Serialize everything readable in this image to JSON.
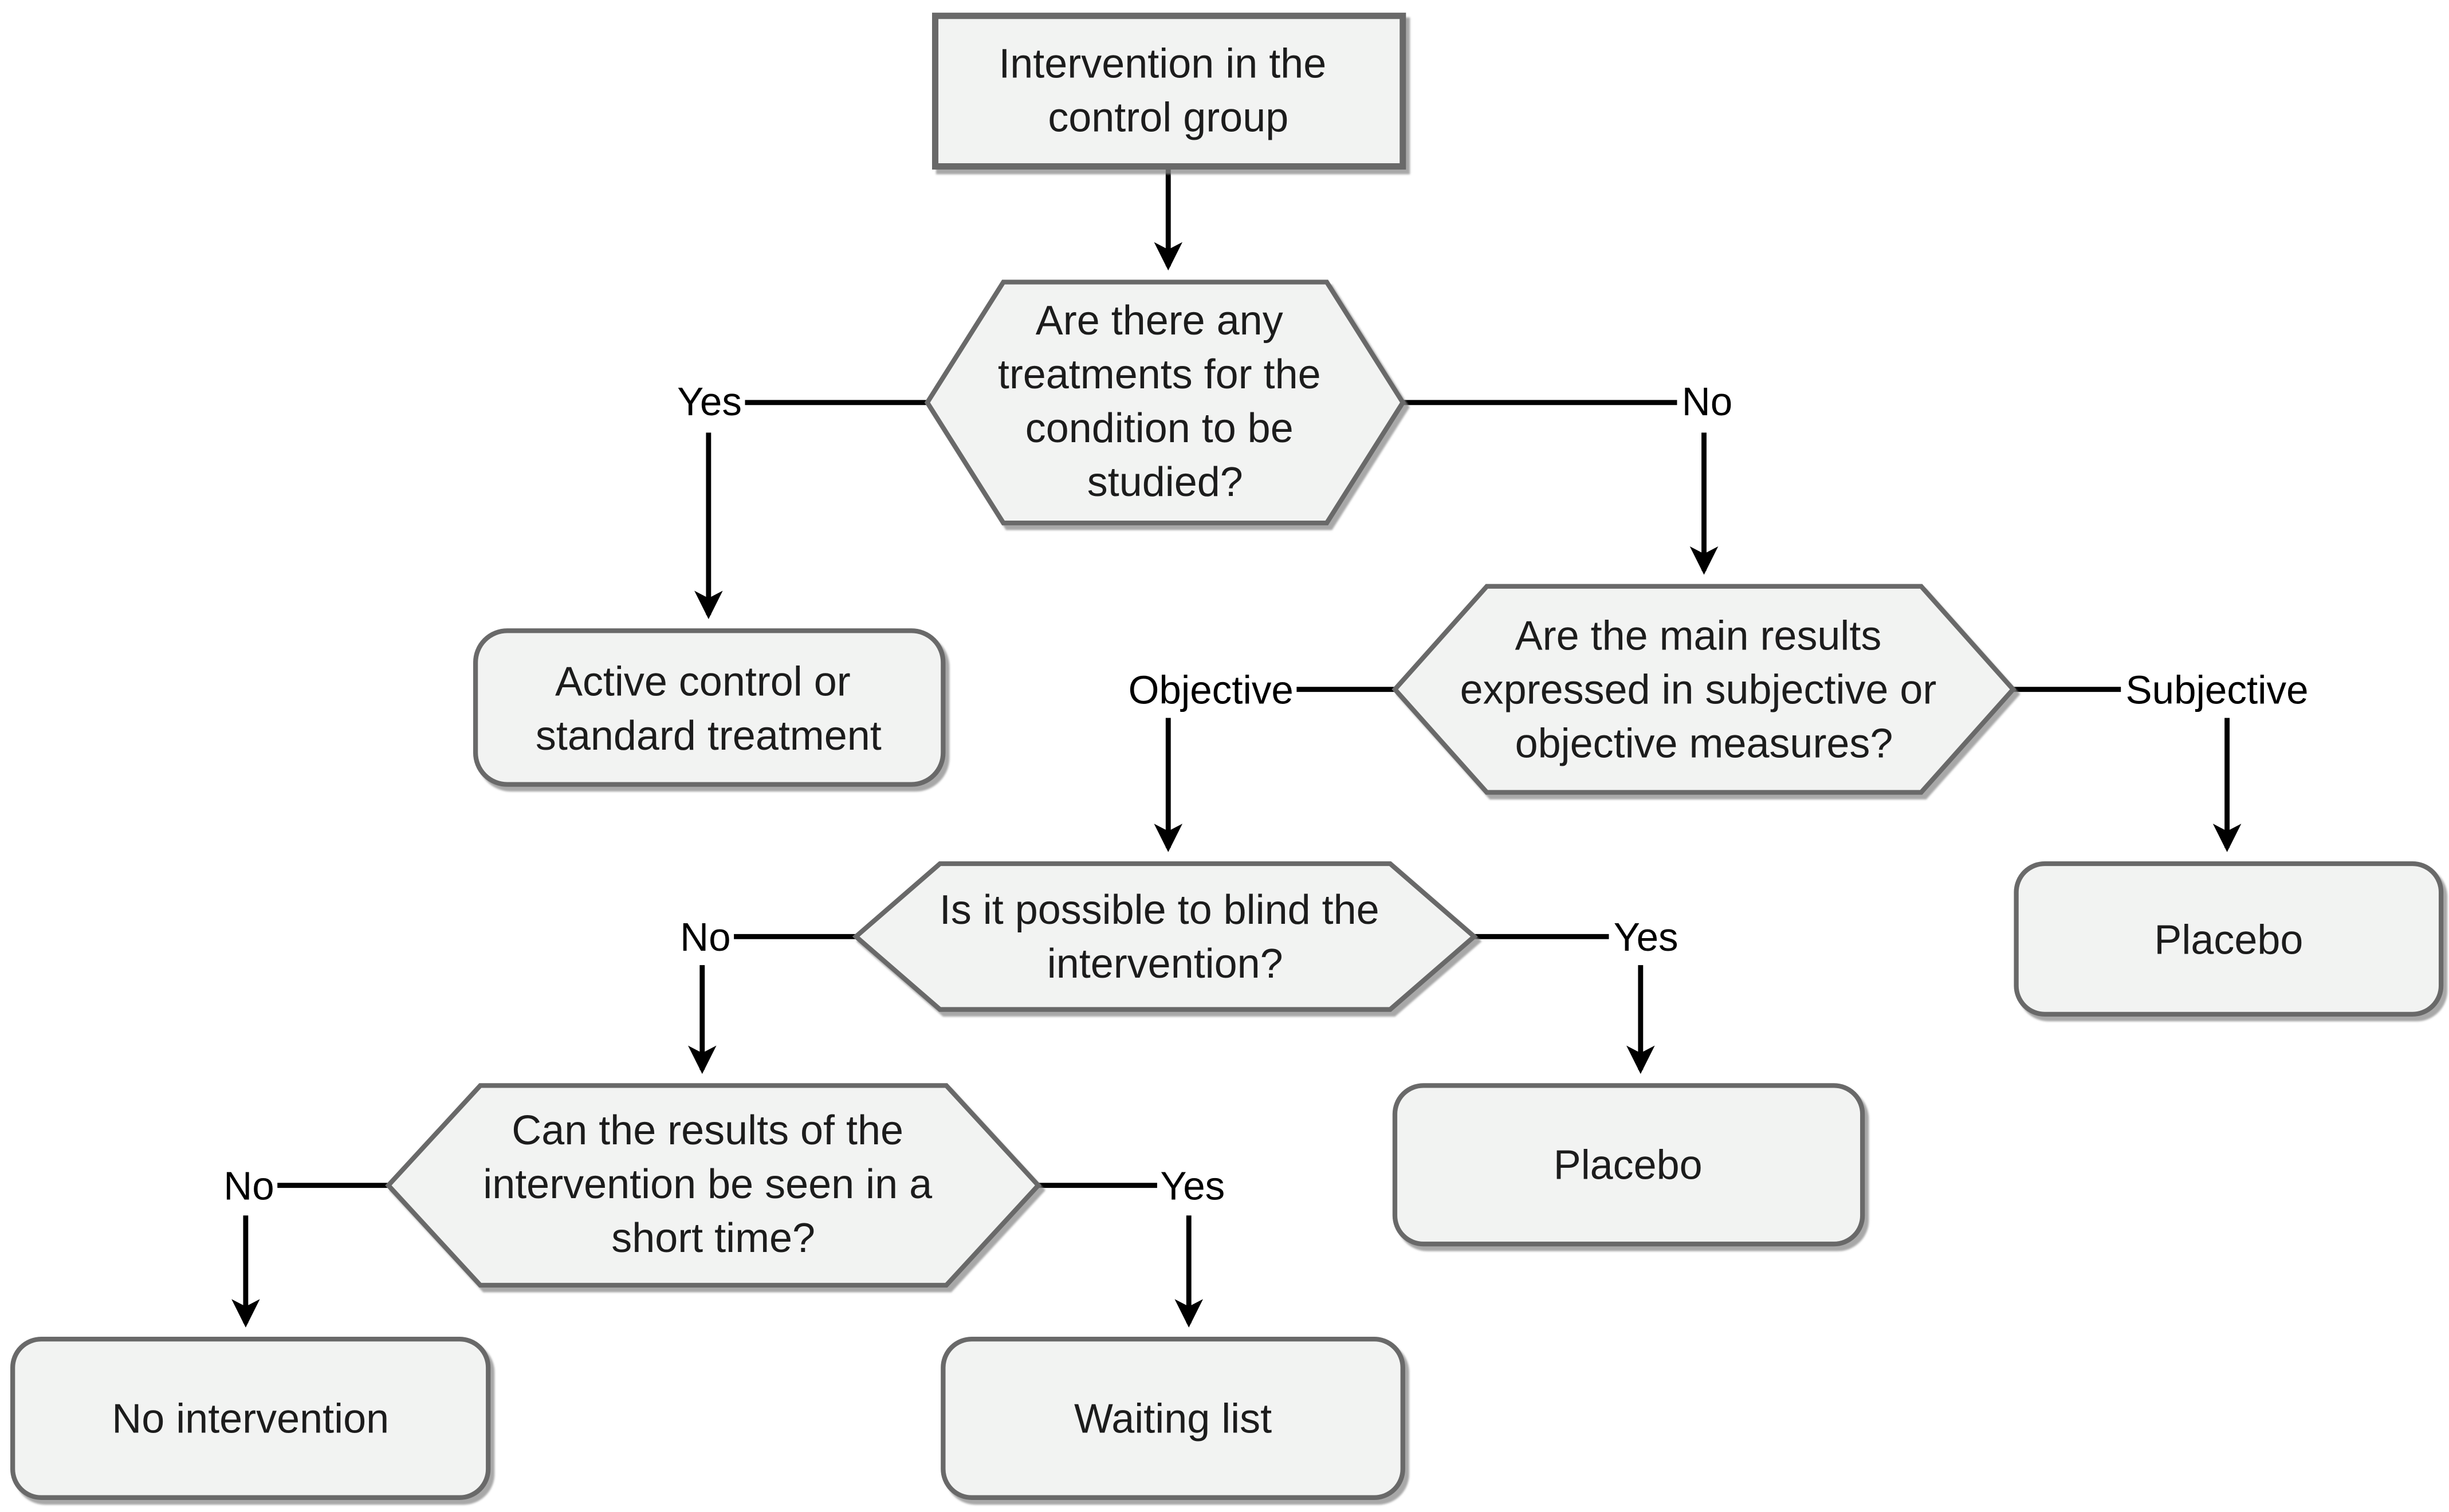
{
  "diagram": {
    "title": "Intervention in the control group flowchart",
    "theme": {
      "node_fill": "#f2f3f2",
      "node_stroke": "#696969",
      "edge_color": "#000000",
      "text_color": "#1c1c1c",
      "background": "#ffffff"
    },
    "nodes": {
      "start": {
        "shape": "rectangle",
        "lines": [
          "Intervention in the",
          "control group"
        ]
      },
      "q_treatments": {
        "shape": "hexagon",
        "lines": [
          "Are there any",
          "treatments for the",
          "condition to be",
          "studied?"
        ]
      },
      "active_control": {
        "shape": "rounded-rectangle",
        "lines": [
          "Active control or",
          "standard treatment"
        ]
      },
      "q_measures": {
        "shape": "hexagon",
        "lines": [
          "Are the main results",
          "expressed in subjective or",
          "objective measures?"
        ]
      },
      "placebo_subjective": {
        "shape": "rounded-rectangle",
        "lines": [
          "Placebo"
        ]
      },
      "q_blind": {
        "shape": "hexagon",
        "lines": [
          "Is it possible to blind the",
          "intervention?"
        ]
      },
      "placebo_blind": {
        "shape": "rounded-rectangle",
        "lines": [
          "Placebo"
        ]
      },
      "q_short_time": {
        "shape": "hexagon",
        "lines": [
          "Can the results of the",
          "intervention be seen in a",
          "short time?"
        ]
      },
      "no_intervention": {
        "shape": "rounded-rectangle",
        "lines": [
          "No intervention"
        ]
      },
      "waiting_list": {
        "shape": "rounded-rectangle",
        "lines": [
          "Waiting list"
        ]
      }
    },
    "edge_labels": {
      "treatments_yes": "Yes",
      "treatments_no": "No",
      "measures_objective": "Objective",
      "measures_subjective": "Subjective",
      "blind_no": "No",
      "blind_yes": "Yes",
      "short_no": "No",
      "short_yes": "Yes"
    }
  }
}
